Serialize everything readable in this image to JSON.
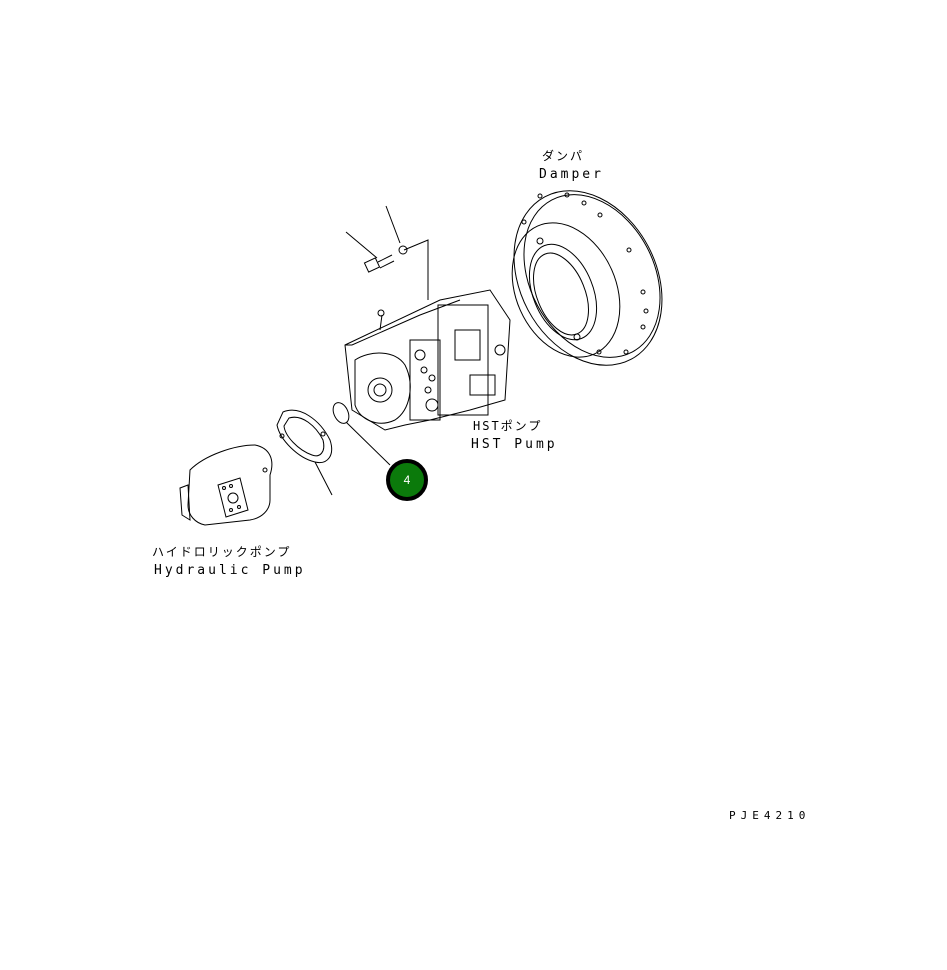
{
  "diagram": {
    "type": "exploded parts diagram",
    "labels": {
      "damper": {
        "jp": "ダンパ",
        "en": "Damper"
      },
      "hst_pump": {
        "jp": "HSTポンプ",
        "en": "HST Pump"
      },
      "hydraulic_pump": {
        "jp": "ハイドロリックポンプ",
        "en": "Hydraulic Pump"
      }
    },
    "callouts": [
      {
        "number": "4",
        "color": "#0b7a0b",
        "border": "#000000"
      }
    ],
    "drawing_code": "PJE4210"
  }
}
